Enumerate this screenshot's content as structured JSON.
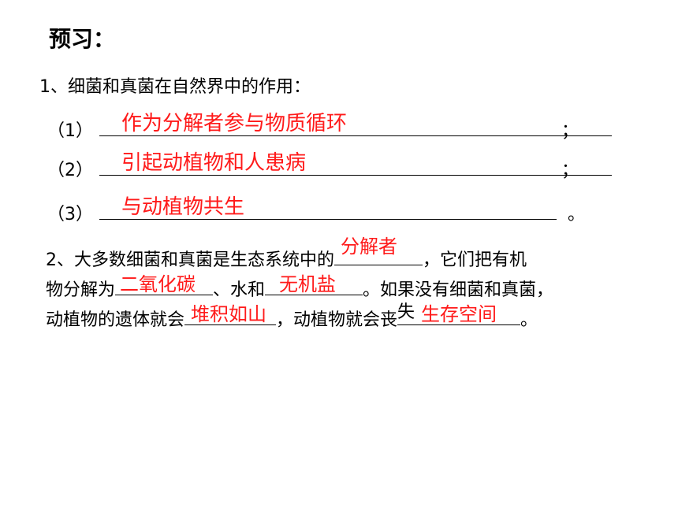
{
  "title": "预习：",
  "q1": {
    "text": "1、细菌和真菌在自然界中的作用：",
    "items": [
      {
        "num": "（1）",
        "answer": "作为分解者参与物质循环",
        "end": "；"
      },
      {
        "num": "（2）",
        "answer": "引起动植物和人患病",
        "end": "；"
      },
      {
        "num": "（3）",
        "answer": "与动植物共生",
        "end": "。"
      }
    ]
  },
  "q2": {
    "l1a": "2、大多数细菌和真菌是生态系统中的",
    "a1": "分解者",
    "l1b": "，它们把有机",
    "l2a": "物分解为",
    "a2": "二氧化碳",
    "l2b": "、水和",
    "a3": "无机盐",
    "l2c": "。如果没有细菌和真菌，",
    "l3a": "动植物的遗体就会",
    "a4": "堆积如山",
    "l3b": "，动植物就会丧",
    "l3c": "失",
    "a5": "生存空间",
    "l3d": "。"
  }
}
